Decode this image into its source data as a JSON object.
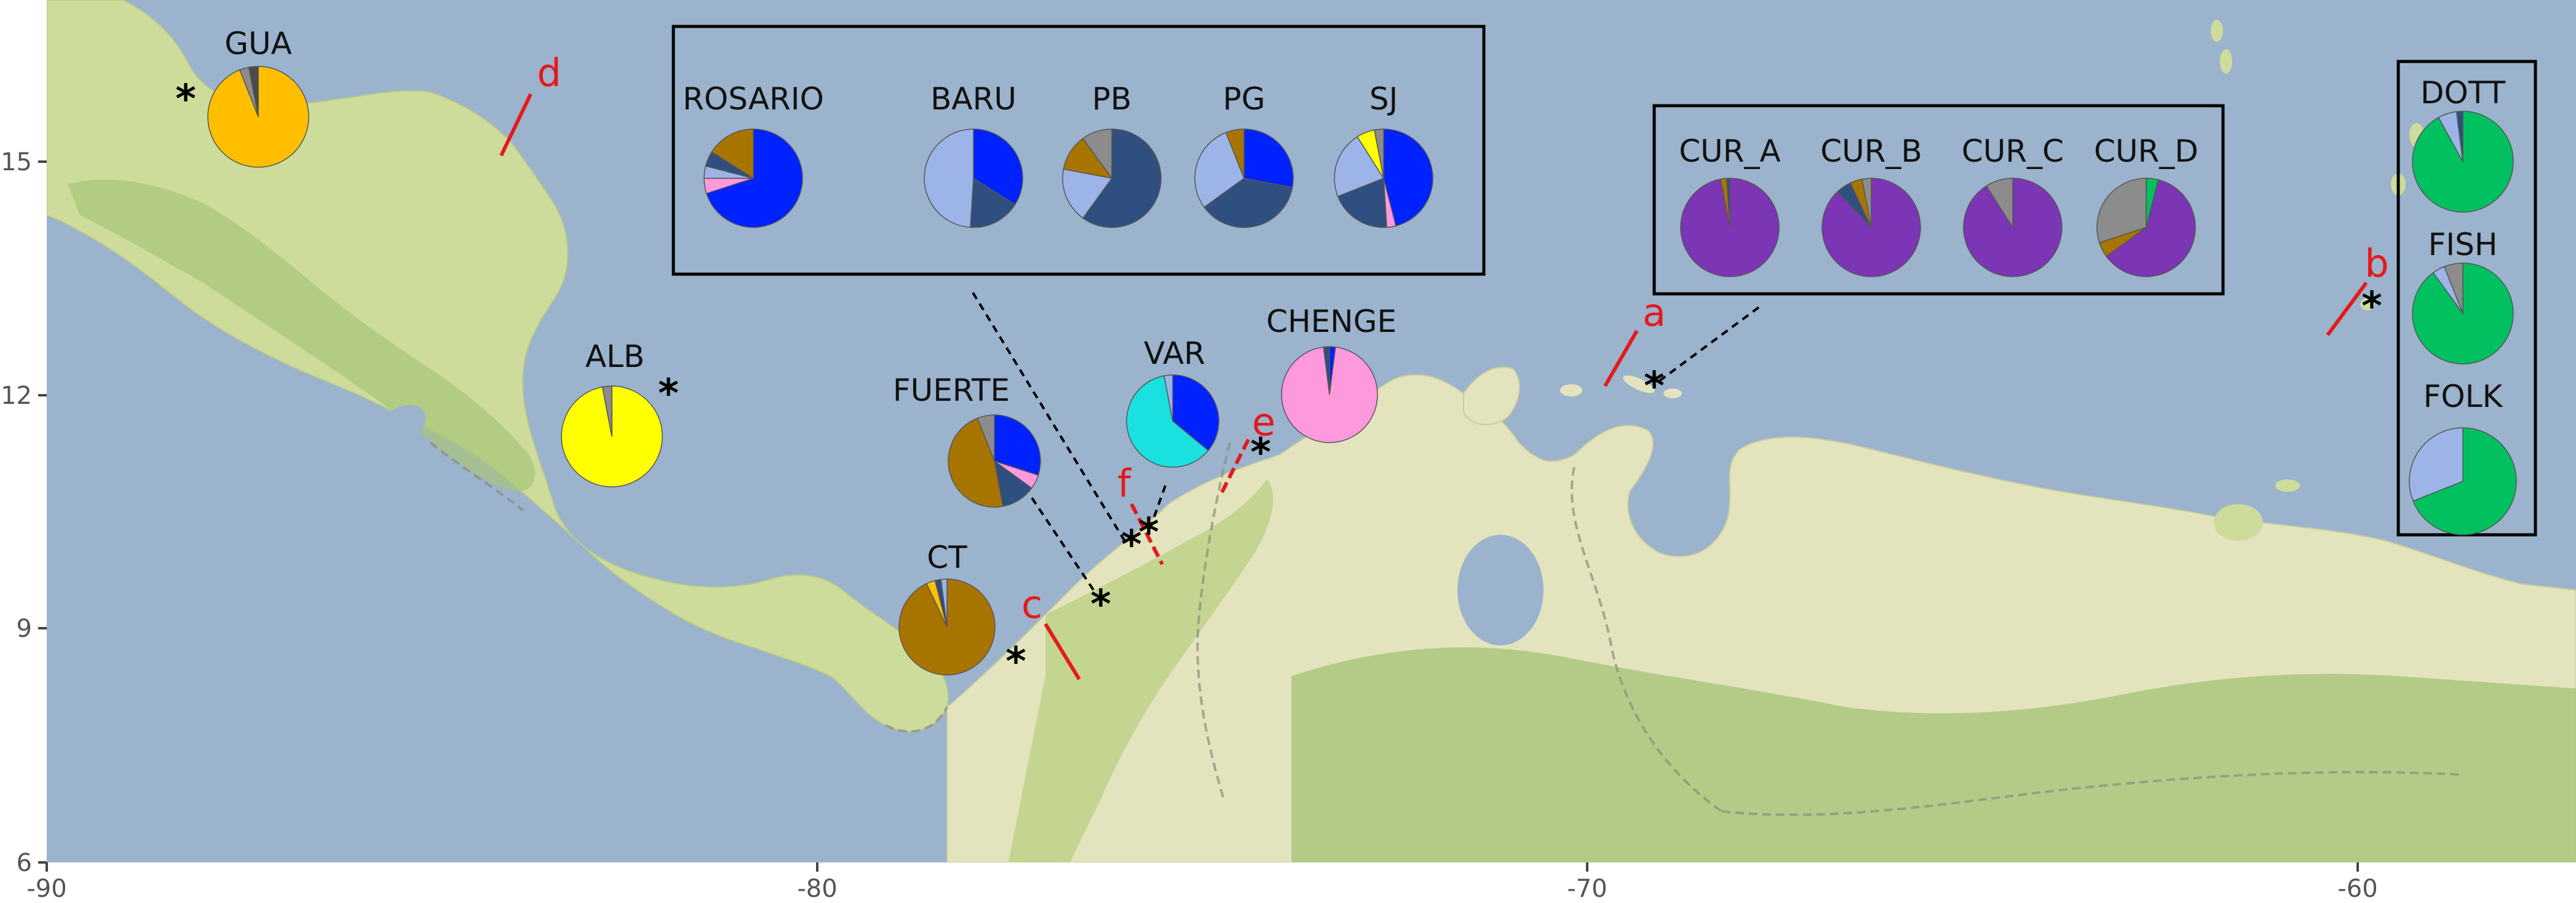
{
  "palette": {
    "water": "#9bb3cc",
    "land_low": "#e3e4bd",
    "land_mid": "#cddc9b",
    "land_green": "#a8c47a",
    "forest": "#7fa85a",
    "inset_border": "#000000",
    "marker_red": "#e41a1c"
  },
  "axes": {
    "x_ticks": [
      "-90",
      "-80",
      "-70",
      "-60"
    ],
    "y_ticks": [
      "6",
      "9",
      "12",
      "15"
    ]
  },
  "sites": [
    {
      "name": "GUA",
      "slices": [
        {
          "v": 0.94,
          "color": "#ffbf00"
        },
        {
          "v": 0.03,
          "color": "#8c8c8c"
        },
        {
          "v": 0.03,
          "color": "#4a4a4a"
        }
      ]
    },
    {
      "name": "ALB",
      "slices": [
        {
          "v": 0.97,
          "color": "#ffff00"
        },
        {
          "v": 0.03,
          "color": "#8c8c8c"
        }
      ]
    },
    {
      "name": "CT",
      "slices": [
        {
          "v": 0.93,
          "color": "#a87400"
        },
        {
          "v": 0.03,
          "color": "#ffbf00"
        },
        {
          "v": 0.02,
          "color": "#2e4f80"
        },
        {
          "v": 0.02,
          "color": "#9cb4e8"
        }
      ]
    },
    {
      "name": "FUERTE",
      "slices": [
        {
          "v": 0.3,
          "color": "#0022ff"
        },
        {
          "v": 0.05,
          "color": "#ff99dd"
        },
        {
          "v": 0.12,
          "color": "#2e4f80"
        },
        {
          "v": 0.47,
          "color": "#a87400"
        },
        {
          "v": 0.06,
          "color": "#8c8c8c"
        }
      ]
    },
    {
      "name": "VAR",
      "slices": [
        {
          "v": 0.36,
          "color": "#0022ff"
        },
        {
          "v": 0.61,
          "color": "#1ae0e0"
        },
        {
          "v": 0.03,
          "color": "#9cb4e8"
        }
      ]
    },
    {
      "name": "CHENGE",
      "slices": [
        {
          "v": 0.02,
          "color": "#0022ff"
        },
        {
          "v": 0.96,
          "color": "#ff99dd"
        },
        {
          "v": 0.02,
          "color": "#2e4f80"
        }
      ]
    },
    {
      "name": "ROSARIO",
      "slices": [
        {
          "v": 0.7,
          "color": "#0022ff"
        },
        {
          "v": 0.05,
          "color": "#ff99dd"
        },
        {
          "v": 0.04,
          "color": "#9cb4e8"
        },
        {
          "v": 0.05,
          "color": "#2e4f80"
        },
        {
          "v": 0.16,
          "color": "#a87400"
        }
      ]
    },
    {
      "name": "BARU",
      "slices": [
        {
          "v": 0.34,
          "color": "#0022ff"
        },
        {
          "v": 0.17,
          "color": "#2e4f80"
        },
        {
          "v": 0.49,
          "color": "#9cb4e8"
        }
      ]
    },
    {
      "name": "PB",
      "slices": [
        {
          "v": 0.6,
          "color": "#2e4f80"
        },
        {
          "v": 0.18,
          "color": "#9cb4e8"
        },
        {
          "v": 0.12,
          "color": "#a87400"
        },
        {
          "v": 0.1,
          "color": "#8c8c8c"
        }
      ]
    },
    {
      "name": "PG",
      "slices": [
        {
          "v": 0.28,
          "color": "#0022ff"
        },
        {
          "v": 0.37,
          "color": "#2e4f80"
        },
        {
          "v": 0.29,
          "color": "#9cb4e8"
        },
        {
          "v": 0.06,
          "color": "#a87400"
        }
      ]
    },
    {
      "name": "SJ",
      "slices": [
        {
          "v": 0.46,
          "color": "#0022ff"
        },
        {
          "v": 0.03,
          "color": "#ff99dd"
        },
        {
          "v": 0.2,
          "color": "#2e4f80"
        },
        {
          "v": 0.22,
          "color": "#9cb4e8"
        },
        {
          "v": 0.06,
          "color": "#ffff00"
        },
        {
          "v": 0.03,
          "color": "#8c8c8c"
        }
      ]
    },
    {
      "name": "CUR_A",
      "slices": [
        {
          "v": 0.97,
          "color": "#7b35b5"
        },
        {
          "v": 0.02,
          "color": "#a87400"
        },
        {
          "v": 0.01,
          "color": "#2e4f80"
        }
      ]
    },
    {
      "name": "CUR_B",
      "slices": [
        {
          "v": 0.88,
          "color": "#7b35b5"
        },
        {
          "v": 0.05,
          "color": "#2e4f80"
        },
        {
          "v": 0.04,
          "color": "#a87400"
        },
        {
          "v": 0.03,
          "color": "#8c8c8c"
        }
      ]
    },
    {
      "name": "CUR_C",
      "slices": [
        {
          "v": 0.91,
          "color": "#7b35b5"
        },
        {
          "v": 0.09,
          "color": "#8c8c8c"
        }
      ]
    },
    {
      "name": "CUR_D",
      "slices": [
        {
          "v": 0.04,
          "color": "#00c060"
        },
        {
          "v": 0.61,
          "color": "#7b35b5"
        },
        {
          "v": 0.05,
          "color": "#a87400"
        },
        {
          "v": 0.3,
          "color": "#8c8c8c"
        }
      ]
    },
    {
      "name": "DOTT",
      "slices": [
        {
          "v": 0.92,
          "color": "#00c060"
        },
        {
          "v": 0.06,
          "color": "#9cb4e8"
        },
        {
          "v": 0.02,
          "color": "#2e4f80"
        }
      ]
    },
    {
      "name": "FISH",
      "slices": [
        {
          "v": 0.9,
          "color": "#00c060"
        },
        {
          "v": 0.04,
          "color": "#9cb4e8"
        },
        {
          "v": 0.06,
          "color": "#8c8c8c"
        }
      ]
    },
    {
      "name": "FOLK",
      "slices": [
        {
          "v": 0.69,
          "color": "#00c060"
        },
        {
          "v": 0.31,
          "color": "#9cb4e8"
        }
      ]
    }
  ],
  "location_markers": [
    {
      "id": "a",
      "label": "a"
    },
    {
      "id": "b",
      "label": "b"
    },
    {
      "id": "c",
      "label": "c"
    },
    {
      "id": "d",
      "label": "d"
    },
    {
      "id": "e",
      "label": "e"
    },
    {
      "id": "f",
      "label": "f"
    }
  ],
  "asterisk_symbol": "*"
}
